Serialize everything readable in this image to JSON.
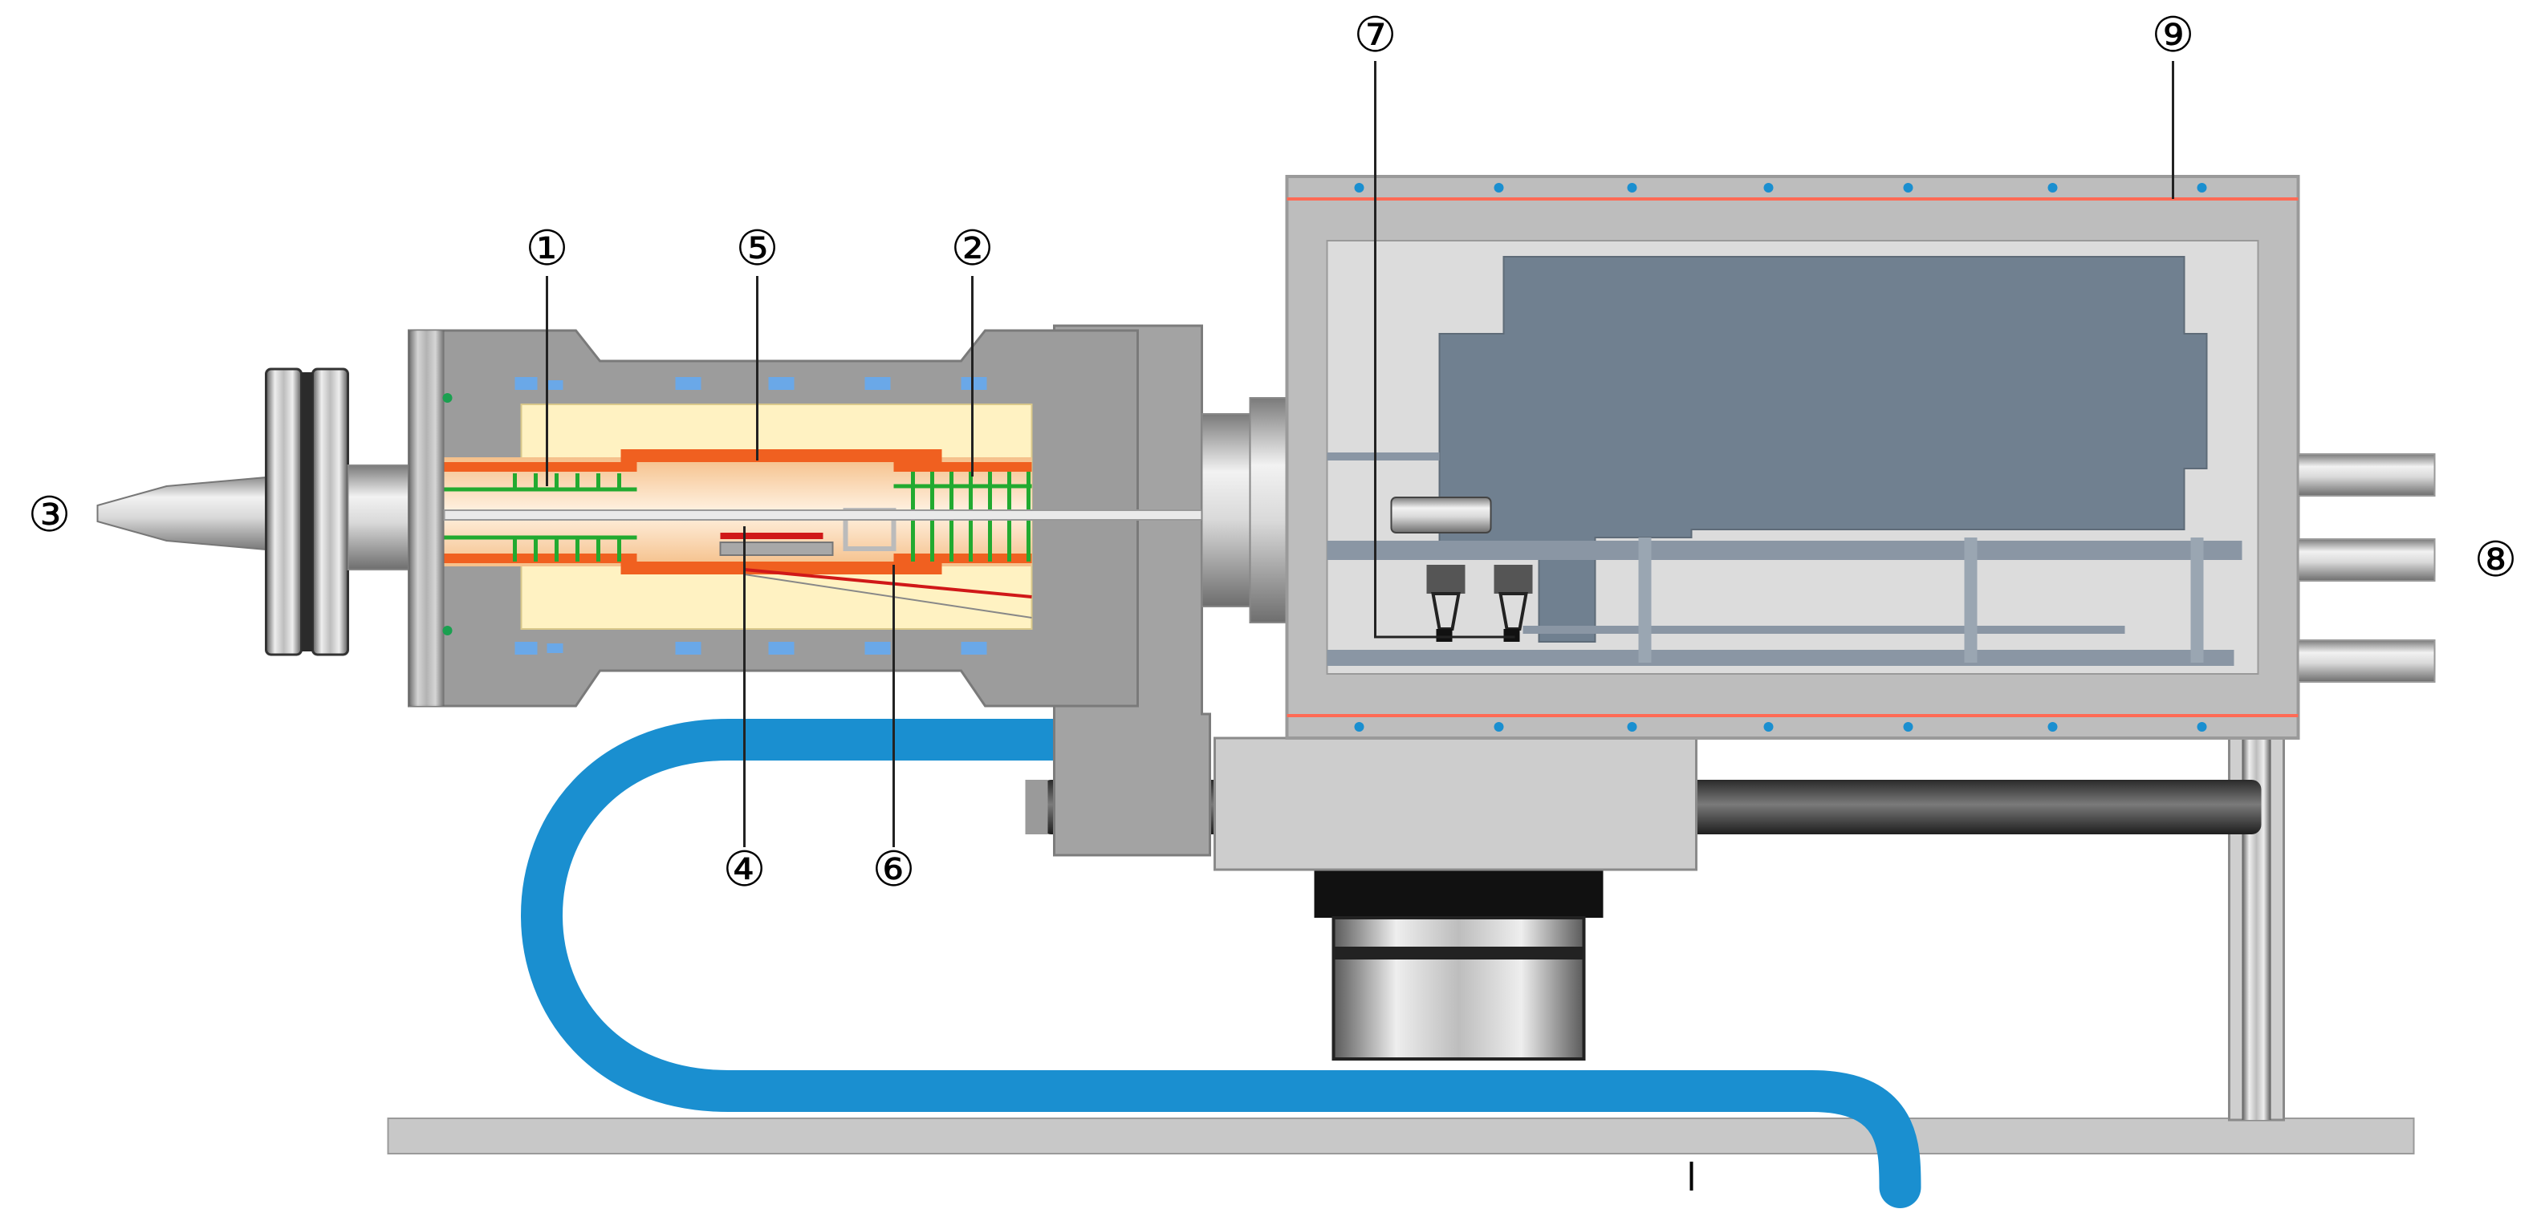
{
  "diagram": {
    "labels": [
      {
        "id": "1",
        "text": "①"
      },
      {
        "id": "2",
        "text": "②"
      },
      {
        "id": "3",
        "text": "③"
      },
      {
        "id": "4",
        "text": "④"
      },
      {
        "id": "5",
        "text": "⑤"
      },
      {
        "id": "6",
        "text": "⑥"
      },
      {
        "id": "7",
        "text": "⑦"
      },
      {
        "id": "8",
        "text": "⑧"
      },
      {
        "id": "9",
        "text": "⑨"
      }
    ]
  }
}
